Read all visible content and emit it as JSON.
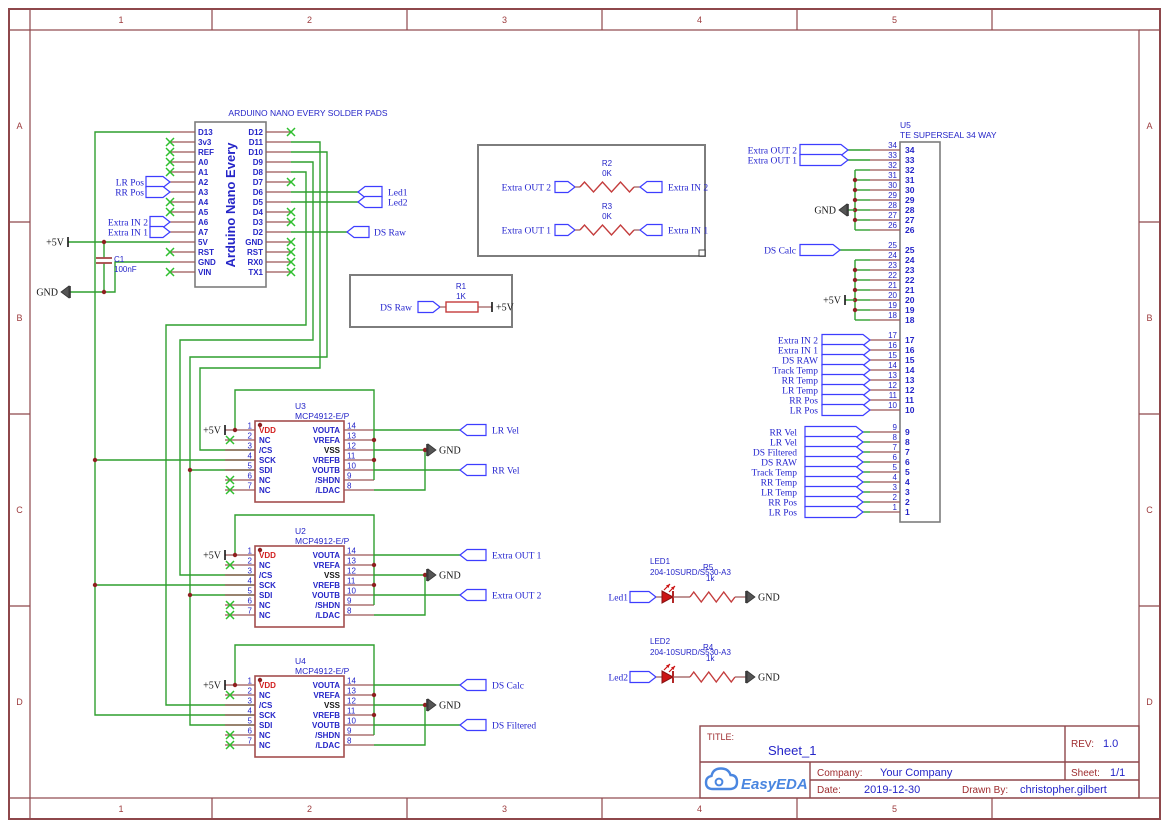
{
  "sheet_frame": {
    "columns": [
      "1",
      "2",
      "3",
      "4",
      "5"
    ],
    "rows": [
      "A",
      "B",
      "C",
      "D"
    ]
  },
  "arduino": {
    "heading": "ARDUINO NANO EVERY SOLDER PADS",
    "body_label": "Arduino Nano Every",
    "left_pins": [
      "D13",
      "3v3",
      "REF",
      "A0",
      "A1",
      "A2",
      "A3",
      "A4",
      "A5",
      "A6",
      "A7",
      "5V",
      "RST",
      "GND",
      "VIN"
    ],
    "right_pins": [
      "D12",
      "D11",
      "D10",
      "D9",
      "D8",
      "D7",
      "D6",
      "D5",
      "D4",
      "D3",
      "D2",
      "GND",
      "RST",
      "RX0",
      "TX1"
    ],
    "left_flags": {
      "A2": "LR Pos",
      "A3": "RR Pos",
      "A6": "Extra IN 2",
      "A7": "Extra IN 1"
    },
    "right_flags": {
      "D6": "Led1",
      "D5": "Led2",
      "D2": "DS Raw"
    }
  },
  "capacitor": {
    "ref": "C1",
    "value": "100nF"
  },
  "power_labels": {
    "plus5v": "+5V",
    "gnd": "GND"
  },
  "extra_box": {
    "resistors": [
      {
        "ref": "R2",
        "value": "0K",
        "left_flag": "Extra OUT 2",
        "right_flag": "Extra IN 2"
      },
      {
        "ref": "R3",
        "value": "0K",
        "left_flag": "Extra OUT 1",
        "right_flag": "Extra IN 1"
      }
    ]
  },
  "r1_box": {
    "ref": "R1",
    "value": "1K",
    "left_flag": "DS Raw",
    "right_power": "+5V"
  },
  "u5": {
    "ref": "U5",
    "part": "TE SUPERSEAL 34 WAY",
    "top_flags": [
      {
        "pin": "34",
        "label": "Extra OUT 2"
      },
      {
        "pin": "33",
        "label": "Extra OUT 1"
      }
    ],
    "gnd_pins": [
      "32",
      "31",
      "30",
      "29",
      "28",
      "27",
      "26"
    ],
    "mid_flag": {
      "pin": "25",
      "label": "DS Calc"
    },
    "p5v_pins": [
      "24",
      "23",
      "22",
      "21",
      "20",
      "19",
      "18"
    ],
    "in_flags": [
      {
        "pin": "17",
        "label": "Extra IN 2"
      },
      {
        "pin": "16",
        "label": "Extra IN 1"
      },
      {
        "pin": "15",
        "label": "DS RAW"
      },
      {
        "pin": "14",
        "label": "Track Temp"
      },
      {
        "pin": "13",
        "label": "RR Temp"
      },
      {
        "pin": "12",
        "label": "LR Temp"
      },
      {
        "pin": "11",
        "label": "RR Pos"
      },
      {
        "pin": "10",
        "label": "LR Pos"
      }
    ],
    "out_flags": [
      {
        "pin": "9",
        "label": "RR Vel"
      },
      {
        "pin": "8",
        "label": "LR Vel"
      },
      {
        "pin": "7",
        "label": "DS Filtered"
      },
      {
        "pin": "6",
        "label": "DS RAW"
      },
      {
        "pin": "5",
        "label": "Track Temp"
      },
      {
        "pin": "4",
        "label": "RR Temp"
      },
      {
        "pin": "3",
        "label": "LR Temp"
      },
      {
        "pin": "2",
        "label": "RR Pos"
      },
      {
        "pin": "1",
        "label": "LR Pos"
      }
    ]
  },
  "dac_common": {
    "part": "MCP4912-E/P",
    "left_pins": [
      {
        "num": "1",
        "name": "VDD"
      },
      {
        "num": "2",
        "name": "NC"
      },
      {
        "num": "3",
        "name": "/CS"
      },
      {
        "num": "4",
        "name": "SCK"
      },
      {
        "num": "5",
        "name": "SDI"
      },
      {
        "num": "6",
        "name": "NC"
      },
      {
        "num": "7",
        "name": "NC"
      }
    ],
    "right_pins": [
      {
        "num": "14",
        "name": "VOUTA"
      },
      {
        "num": "13",
        "name": "VREFA"
      },
      {
        "num": "12",
        "name": "VSS"
      },
      {
        "num": "11",
        "name": "VREFB"
      },
      {
        "num": "10",
        "name": "VOUTB"
      },
      {
        "num": "9",
        "name": "/SHDN"
      },
      {
        "num": "8",
        "name": "/LDAC"
      }
    ]
  },
  "dacs": [
    {
      "ref": "U3",
      "outa_flag": "LR Vel",
      "outb_flag": "RR Vel"
    },
    {
      "ref": "U2",
      "outa_flag": "Extra OUT 1",
      "outb_flag": "Extra OUT 2"
    },
    {
      "ref": "U4",
      "outa_flag": "DS Calc",
      "outb_flag": "DS Filtered"
    }
  ],
  "leds": [
    {
      "ref": "LED1",
      "part": "204-10SURD/S530-A3",
      "resistor_ref": "R5",
      "resistor_value": "1k",
      "net_flag": "Led1"
    },
    {
      "ref": "LED2",
      "part": "204-10SURD/S530-A3",
      "resistor_ref": "R4",
      "resistor_value": "1k",
      "net_flag": "Led2"
    }
  ],
  "title_block": {
    "title_label": "TITLE:",
    "title": "Sheet_1",
    "rev_label": "REV:",
    "rev": "1.0",
    "company_label": "Company:",
    "company": "Your Company",
    "sheet_label": "Sheet:",
    "sheet": "1/1",
    "date_label": "Date:",
    "date": "2019-12-30",
    "drawn_by_label": "Drawn By:",
    "drawn_by": "christopher.gilbert",
    "logo_text": "EasyEDA"
  }
}
